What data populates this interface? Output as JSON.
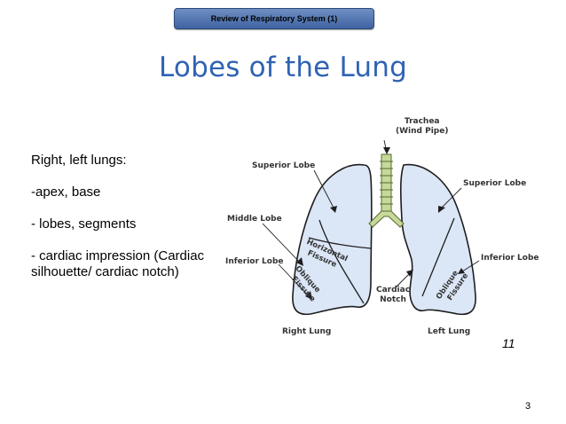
{
  "header": {
    "banner": "Review of Respiratory System (1)"
  },
  "title": "Lobes of the Lung",
  "bullets": [
    "Right, left lungs:",
    "-apex, base",
    "- lobes, segments",
    "- cardiac impression (Cardiac silhouette/ cardiac notch)"
  ],
  "figure": {
    "labels": {
      "trachea_line1": "Trachea",
      "trachea_line2": "(Wind Pipe)",
      "superior_lobe_right": "Superior Lobe",
      "superior_lobe_left": "Superior Lobe",
      "middle_lobe": "Middle Lobe",
      "inferior_lobe_right": "Inferior Lobe",
      "inferior_lobe_left": "Inferior Lobe",
      "horizontal_fissure_line1": "Horizontal",
      "horizontal_fissure_line2": "Fissure",
      "oblique_fissure_right_line1": "Oblique",
      "oblique_fissure_right_line2": "Fissure",
      "oblique_fissure_left_line1": "Oblique",
      "oblique_fissure_left_line2": "Fissure",
      "cardiac_notch_line1": "Cardiac",
      "cardiac_notch_line2": "Notch",
      "right_lung": "Right Lung",
      "left_lung": "Left Lung"
    },
    "colors": {
      "lung_fill": "#dbe6f7",
      "lung_stroke": "#1e1e1e",
      "trachea_fill": "#c7d99a"
    }
  },
  "slide_ref": "11",
  "page_number": "3"
}
